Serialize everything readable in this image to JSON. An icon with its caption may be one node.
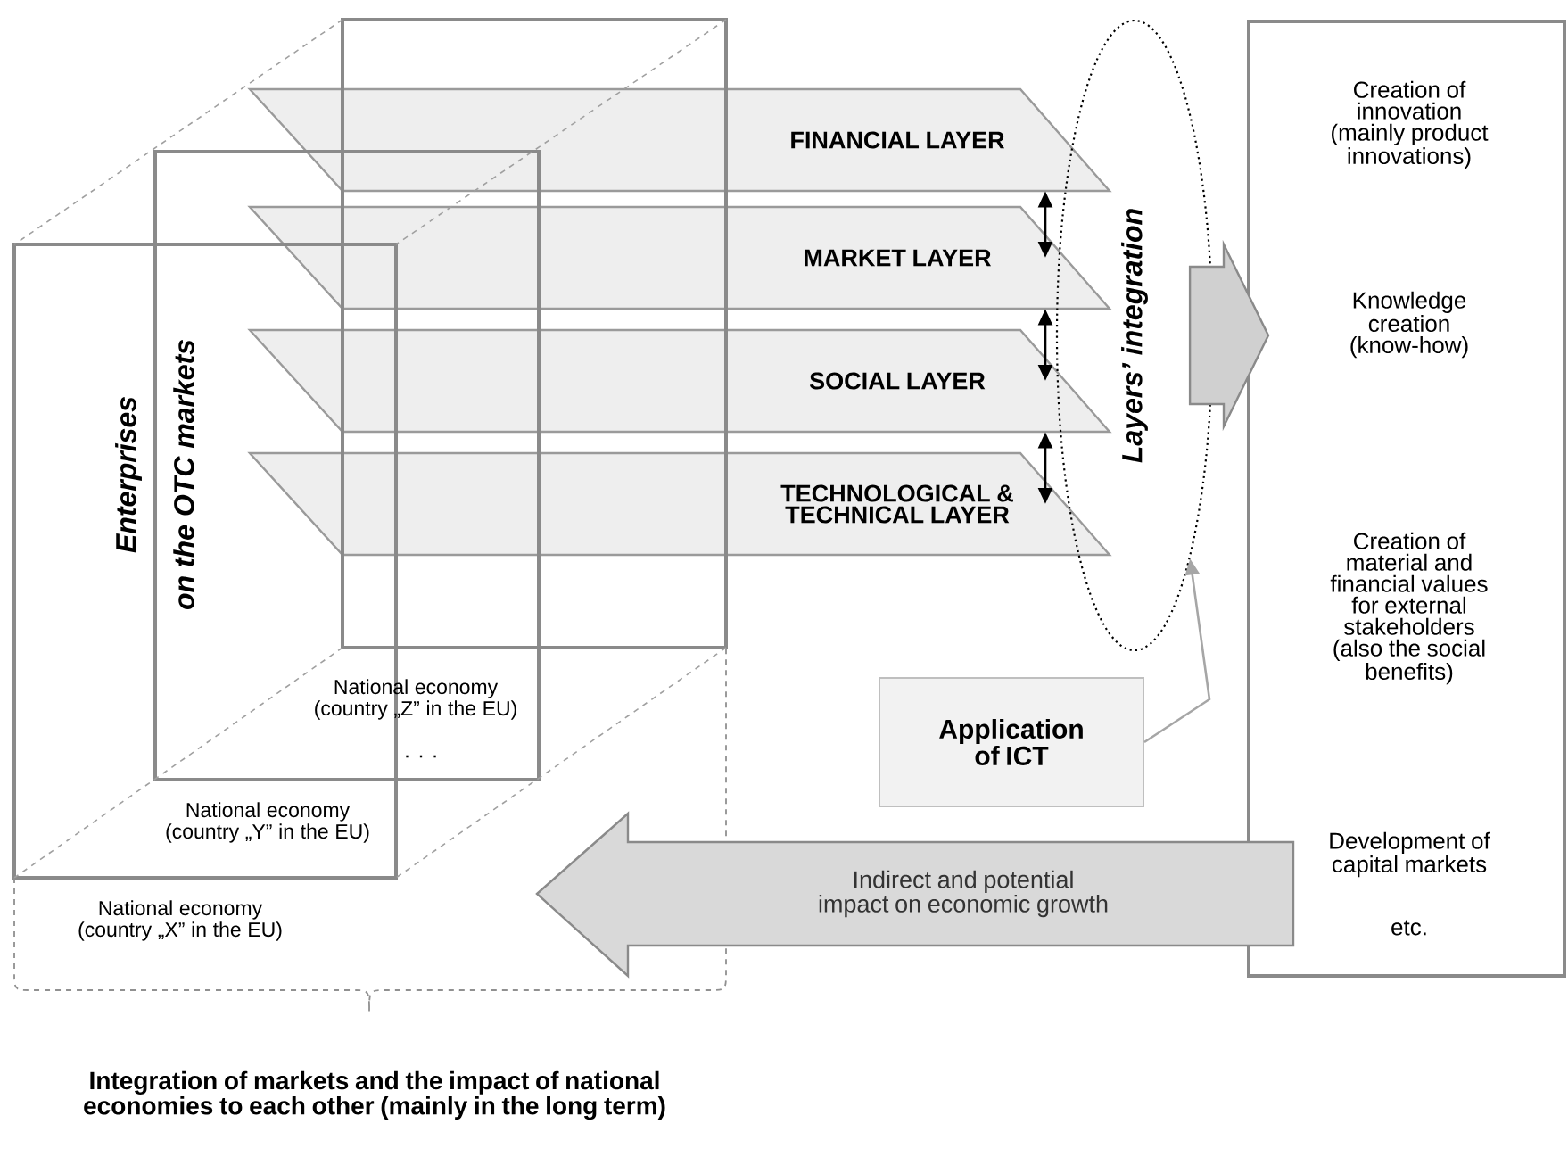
{
  "diagram": {
    "nodes": [
      {
        "text": [
          "FINANCIAL LAYER"
        ]
      },
      {
        "text": [
          "MARKET LAYER"
        ]
      },
      {
        "text": [
          "SOCIAL LAYER"
        ]
      },
      {
        "text": [
          "TECHNOLOGICAL & TECHNICAL LAYER"
        ]
      },
      {
        "text": [
          "Layers’ integration"
        ]
      },
      {
        "text": [
          "Creation of innovation (mainly product innovations)",
          "Knowledge creation (know-how)",
          "Creation of material and financial values for external stakeholders (also the social benefits)",
          "Development of capital markets",
          "etc."
        ]
      },
      {
        "text": [
          "Application of ICT"
        ]
      },
      {
        "text": [
          "Indirect and potential impact on economic growth"
        ]
      }
    ],
    "edges": [
      {
        "from": 0,
        "to": 1,
        "arrow": "both"
      },
      {
        "from": 1,
        "to": 2,
        "arrow": "both"
      },
      {
        "from": 2,
        "to": 3,
        "arrow": "both"
      },
      {
        "from": 4,
        "to": 5,
        "arrow": "to",
        "style": "thick",
        "color": "#d0d0d0"
      },
      {
        "from": 6,
        "to": 4,
        "arrow": "to",
        "color": "#a6a6a6"
      }
    ],
    "labels": [
      "Enterprises",
      "on the OTC markets",
      "National economy (country „Z” in the EU)",
      ". . .",
      "National economy (country „Y” in the EU)",
      "National economy (country „X” in the EU)",
      "Integration of markets and the impact of national economies to each other (mainly in the long term)"
    ]
  }
}
